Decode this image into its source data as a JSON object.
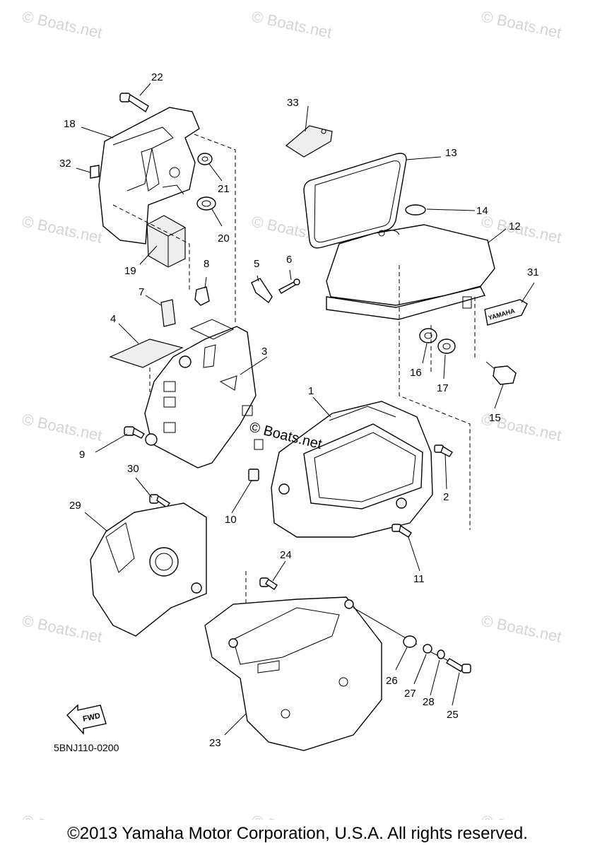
{
  "watermark": {
    "text": "© Boats.net",
    "center_text": "© Boats.net"
  },
  "callouts": [
    "1",
    "2",
    "3",
    "4",
    "5",
    "6",
    "7",
    "8",
    "9",
    "10",
    "11",
    "12",
    "13",
    "14",
    "15",
    "16",
    "17",
    "18",
    "19",
    "20",
    "21",
    "22",
    "23",
    "24",
    "25",
    "26",
    "27",
    "28",
    "29",
    "30",
    "31",
    "32",
    "33"
  ],
  "decal_text": "YAMAHA",
  "direction_label": "FWD",
  "diagram_code": "5BNJ110-0200",
  "copyright": "©2013 Yamaha Motor Corporation, U.S.A. All rights reserved."
}
